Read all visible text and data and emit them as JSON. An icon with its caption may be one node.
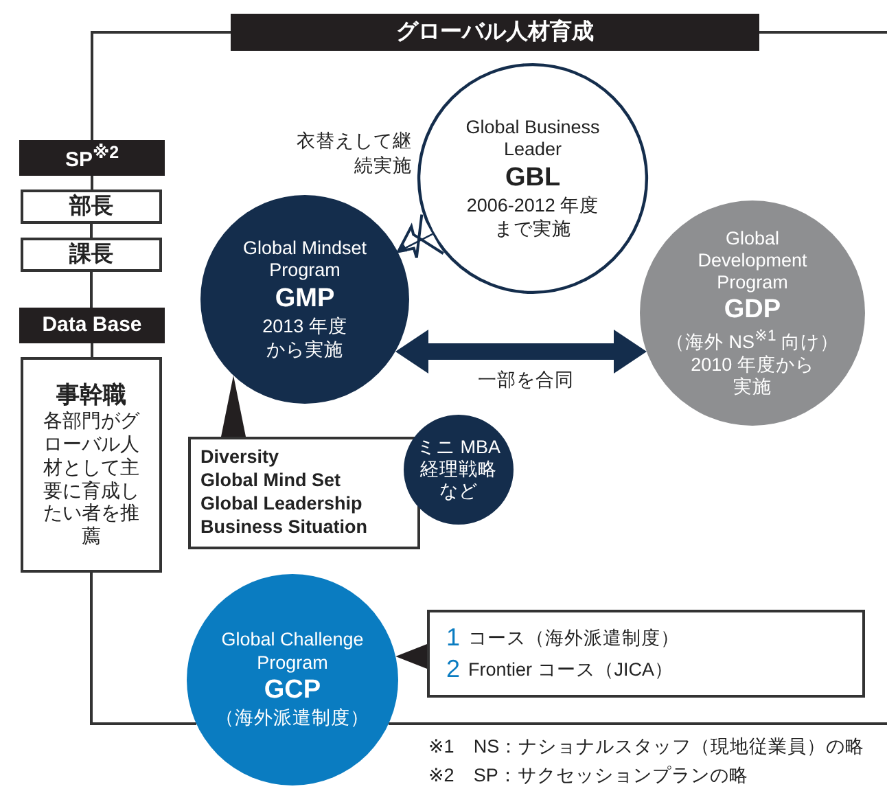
{
  "diagram": {
    "nodes": [
      {
        "text": [
          "グローバル人材育成"
        ]
      },
      {
        "text": [
          "SP$^{※2}$"
        ]
      },
      {
        "text": [
          "部長"
        ]
      },
      {
        "text": [
          "課長"
        ]
      },
      {
        "text": [
          "Data Base"
        ]
      },
      {
        "text": [
          "事幹職",
          "各部門がグローバル人材として主要に育成したい者を推薦"
        ]
      },
      {
        "text": [
          "Global Business Leader",
          "GBL",
          "2006-2012 年度まで実施"
        ],
        "beside": [
          "衣替えして継続実施"
        ]
      },
      {
        "text": [
          "Global Mindset Program",
          "GMP",
          "2013 年度から実施"
        ]
      },
      {
        "text": [
          "Global Development Program",
          "GDP",
          "（海外 NS$^{※1}$ 向け）",
          "2010 年度から実施"
        ]
      },
      {
        "text": [
          "Diversity",
          "Global Mind Set",
          "Global Leadership",
          "Business Situation"
        ]
      },
      {
        "text": [
          "ミニ MBA経理戦略など"
        ]
      },
      {
        "text": [
          "Global Challenge Program",
          "GCP",
          "（海外派遣制度）"
        ]
      },
      {
        "text": [
          "1",
          "コース（海外派遣制度）",
          "2",
          "Frontier コース（JICA）"
        ]
      }
    ],
    "edges": [
      {
        "from": 0,
        "to": 1,
        "arrow": "none"
      },
      {
        "from": 1,
        "to": 2,
        "arrow": "none"
      },
      {
        "from": 2,
        "to": 3,
        "arrow": "none"
      },
      {
        "from": 3,
        "to": 4,
        "arrow": "none"
      },
      {
        "from": 4,
        "to": 5,
        "arrow": "none"
      },
      {
        "from": 5,
        "to": 11,
        "arrow": "none"
      },
      {
        "from": 11,
        "to": null,
        "arrow": "none"
      },
      {
        "from": 0,
        "to": null,
        "arrow": "none"
      },
      {
        "from": 6,
        "to": 7,
        "arrow": "to"
      },
      {
        "from": 9,
        "to": 7,
        "arrow": "to"
      },
      {
        "from": 12,
        "to": 11,
        "arrow": "to"
      },
      {
        "from": 7,
        "to": 8,
        "arrow": "both",
        "style": "thick",
        "label": "一部を合同"
      }
    ],
    "labels": [
      "※1　NS：ナショナルスタッフ（現地従業員）の略",
      "※2　SP：サクセッションプランの略"
    ]
  }
}
